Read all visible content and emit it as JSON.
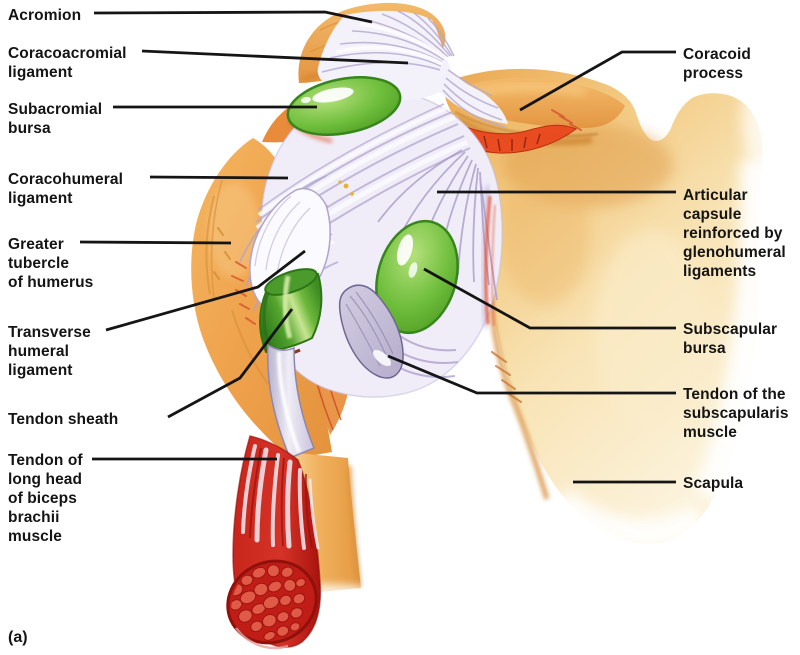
{
  "figure": {
    "title_hint": "Shoulder (glenohumeral) joint, anterior view, ligaments and bursae",
    "panel_label": "(a)",
    "left_labels": [
      {
        "id": "acromion",
        "text": "Acromion"
      },
      {
        "id": "coracoacromial-ligament",
        "text": "Coracoacromial\nligament"
      },
      {
        "id": "subacromial-bursa",
        "text": "Subacromial\nbursa"
      },
      {
        "id": "coracohumeral-ligament",
        "text": "Coracohumeral\nligament"
      },
      {
        "id": "greater-tubercle",
        "text": "Greater\ntubercle\nof humerus"
      },
      {
        "id": "transverse-humeral-ligament",
        "text": "Transverse\nhumeral\nligament"
      },
      {
        "id": "tendon-sheath",
        "text": "Tendon sheath"
      },
      {
        "id": "tendon-long-head-biceps",
        "text": "Tendon of\nlong head\nof biceps\nbrachii\nmuscle"
      }
    ],
    "right_labels": [
      {
        "id": "coracoid-process",
        "text": "Coracoid\nprocess"
      },
      {
        "id": "articular-capsule",
        "text": "Articular\ncapsule\nreinforced by\nglenohumeral\nligaments"
      },
      {
        "id": "subscapular-bursa",
        "text": "Subscapular\nbursa"
      },
      {
        "id": "tendon-subscapularis",
        "text": "Tendon of the\nsubscapularis\nmuscle"
      },
      {
        "id": "scapula",
        "text": "Scapula"
      }
    ],
    "colors": {
      "bone_orange": "#EFA24C",
      "bone_light": "#F8E3B4",
      "bursa_green": "#6FBE3C",
      "ligament_white": "#F1EFF8",
      "ligament_shadow": "#B2A5CE",
      "muscle_red": "#C32018",
      "tendon_gray": "#C9C3DC",
      "label_text": "#141414",
      "leader_line": "#151515"
    }
  }
}
